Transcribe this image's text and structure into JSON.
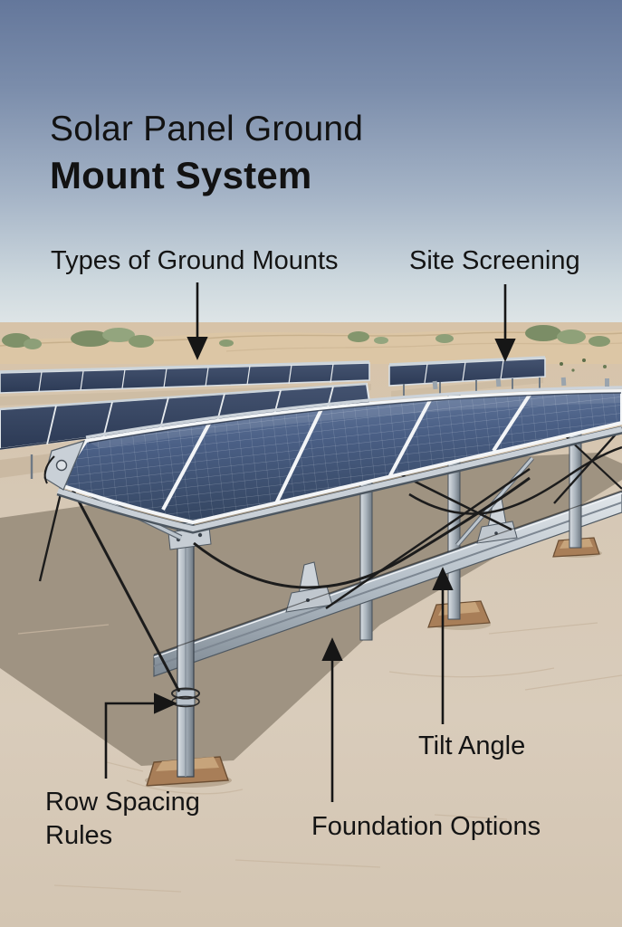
{
  "title": {
    "line1": "Solar Panel Ground",
    "line2": "Mount System"
  },
  "labels": {
    "types_of_ground_mounts": "Types of Ground Mounts",
    "site_screening": "Site Screening",
    "tilt_angle": "Tilt Angle",
    "foundation_options": "Foundation Options",
    "row_spacing_line1": "Row Spacing",
    "row_spacing_line2": "Rules"
  },
  "arrows": [
    {
      "name": "types-of-ground-mounts-arrow",
      "direction": "down"
    },
    {
      "name": "site-screening-arrow",
      "direction": "down"
    },
    {
      "name": "tilt-angle-arrow",
      "direction": "up"
    },
    {
      "name": "foundation-options-arrow",
      "direction": "up"
    },
    {
      "name": "row-spacing-arrow",
      "direction": "right-elbow"
    }
  ],
  "colors": {
    "sky_top": "#64779b",
    "sky_horizon": "#e9edec",
    "ground": "#d6c8b5",
    "dune_band": "#dcc6a5",
    "bush_green": "#7f9169",
    "array_shadow": "#9a8e7d",
    "panel_dark": "#33445f",
    "panel_light": "#6f84a8",
    "panel_frame": "#f3f5f7",
    "steel": "#c6cdd4",
    "cable_black": "#1c1c1c",
    "footing_brown": "#a87e58",
    "annotation_text": "#141414"
  }
}
